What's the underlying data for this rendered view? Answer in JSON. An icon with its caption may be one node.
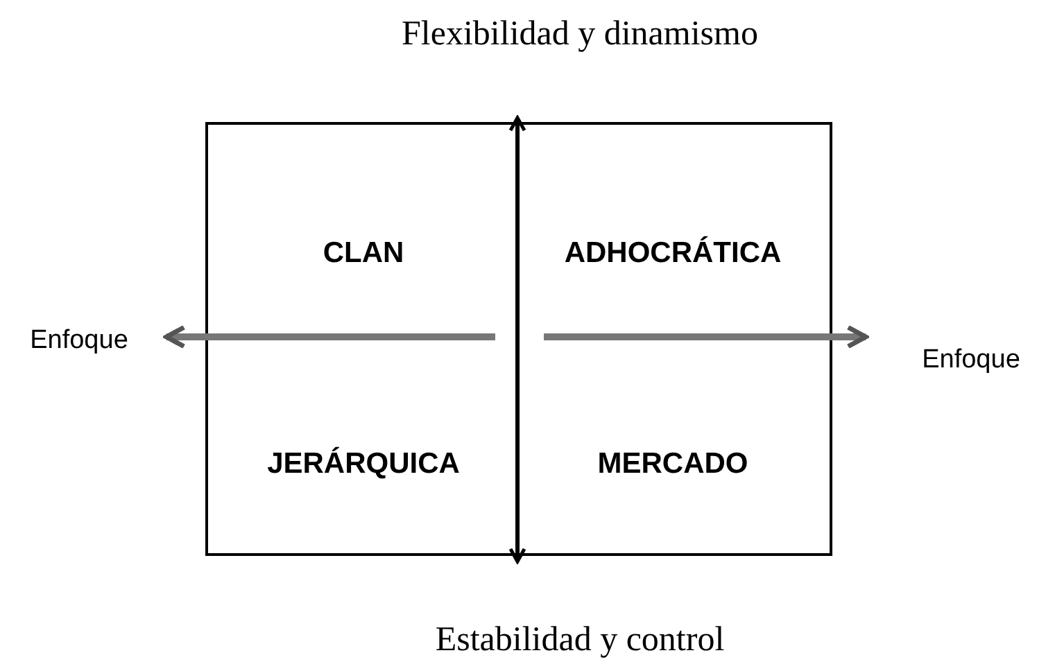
{
  "diagram": {
    "labels": [
      "Flexibilidad y dinamismo",
      "CLAN",
      "ADHOCRÁTICA",
      "Enfoque",
      "Enfoque",
      "JERÁRQUICA",
      "MERCADO",
      "Estabilidad y control"
    ]
  }
}
